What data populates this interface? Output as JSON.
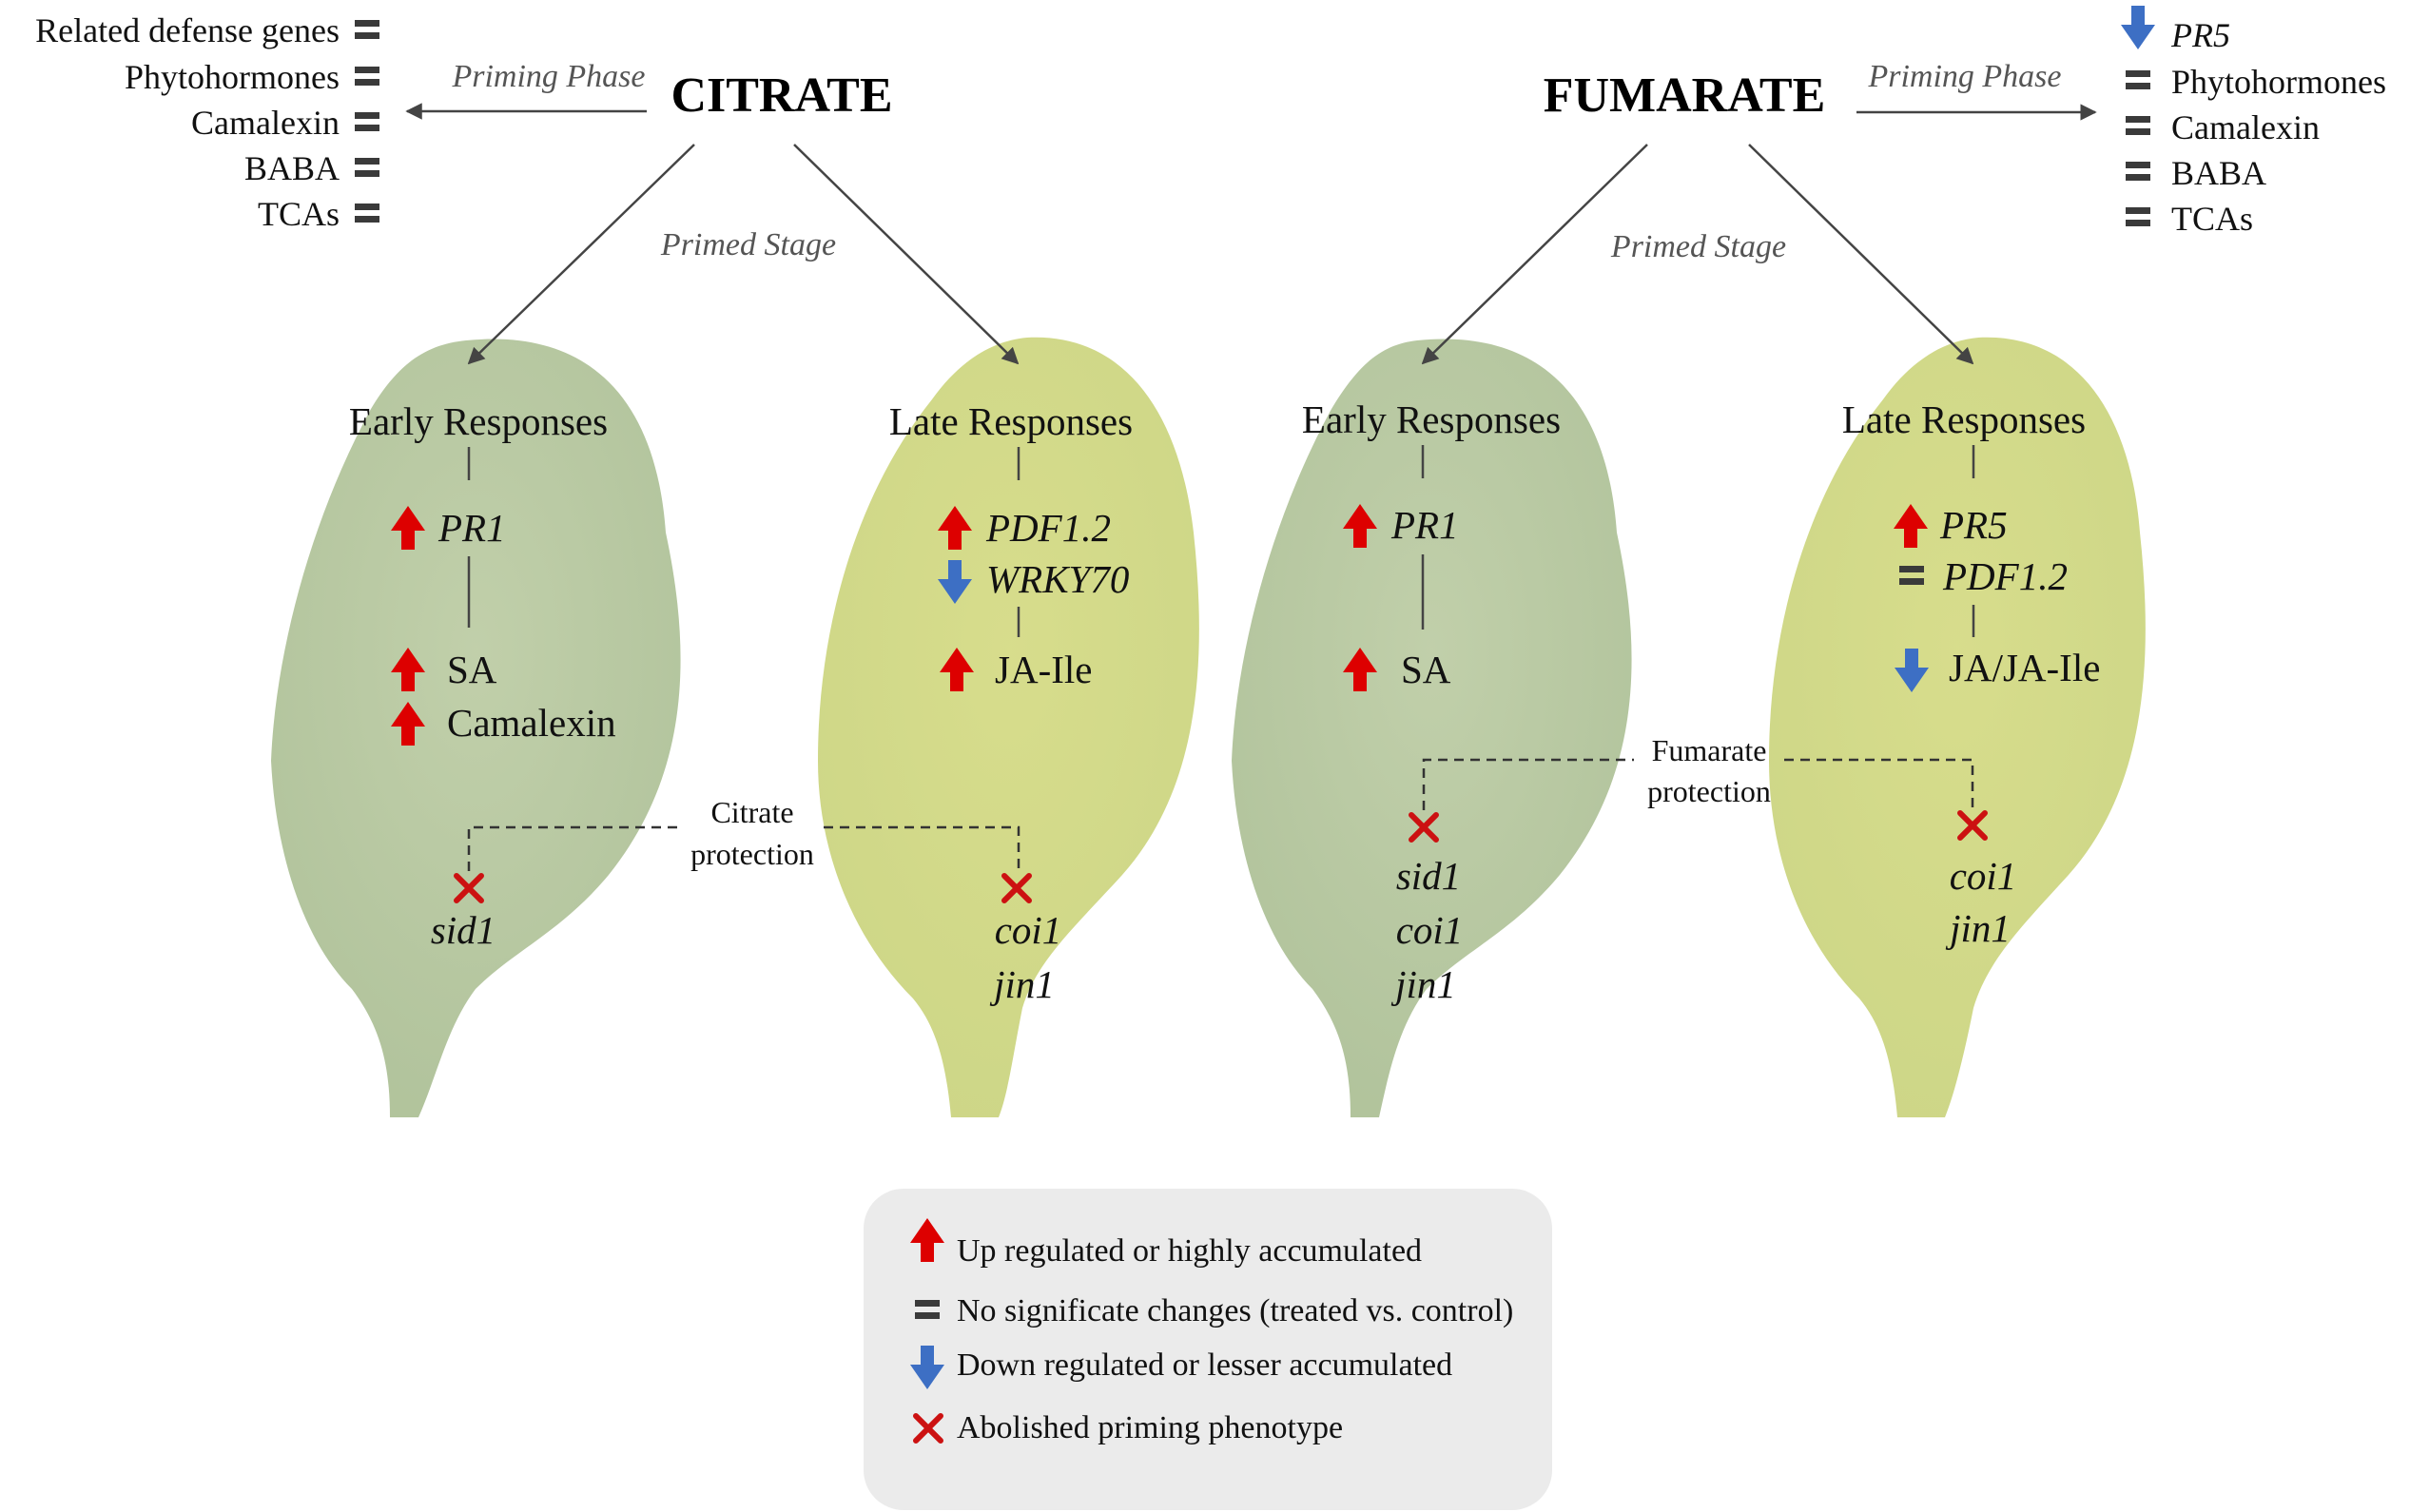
{
  "citrate": {
    "title": "CITRATE",
    "priming_phase": "Priming Phase",
    "primed_stage": "Primed Stage",
    "side_list": [
      "Related defense genes",
      "Phytohormones",
      "Camalexin",
      "BABA",
      "TCAs"
    ],
    "early": {
      "heading": "Early Responses",
      "gene": "PR1",
      "metabolites": [
        "SA",
        "Camalexin"
      ],
      "mutant": "sid1"
    },
    "late": {
      "heading": "Late Responses",
      "genes": [
        "PDF1.2",
        "WRKY70"
      ],
      "metabolite": "JA-Ile",
      "mutants": [
        "coi1",
        "jin1"
      ]
    },
    "protection": [
      "Citrate",
      "protection"
    ]
  },
  "fumarate": {
    "title": "FUMARATE",
    "priming_phase": "Priming Phase",
    "primed_stage": "Primed Stage",
    "side_list": [
      "PR5",
      "Phytohormones",
      "Camalexin",
      "BABA",
      "TCAs"
    ],
    "early": {
      "heading": "Early Responses",
      "gene": "PR1",
      "metabolite": "SA",
      "mutants": [
        "sid1",
        "coi1",
        "jin1"
      ]
    },
    "late": {
      "heading": "Late Responses",
      "genes": [
        "PR5",
        "PDF1.2"
      ],
      "metabolite": "JA/JA-Ile",
      "mutants": [
        "coi1",
        "jin1"
      ]
    },
    "protection": [
      "Fumarate",
      "protection"
    ]
  },
  "legend": {
    "up": "Up regulated or highly accumulated",
    "no_change": "No significate changes (treated vs. control)",
    "down": "Down regulated or lesser accumulated",
    "abolished": "Abolished priming phenotype"
  },
  "colors": {
    "up_arrow": "#dd0000",
    "down_arrow": "#3d6fc4",
    "equal_sign": "#3a3a3a",
    "abolished_x": "#cc1111",
    "leaf_green": "#a9be8e",
    "leaf_yellow": "#cfd77a",
    "legend_bg": "#ebebeb"
  },
  "icons": {
    "up": "red-up-arrow-icon",
    "down": "blue-down-arrow-icon",
    "no_change": "equal-sign-icon",
    "abolished": "red-x-icon"
  }
}
